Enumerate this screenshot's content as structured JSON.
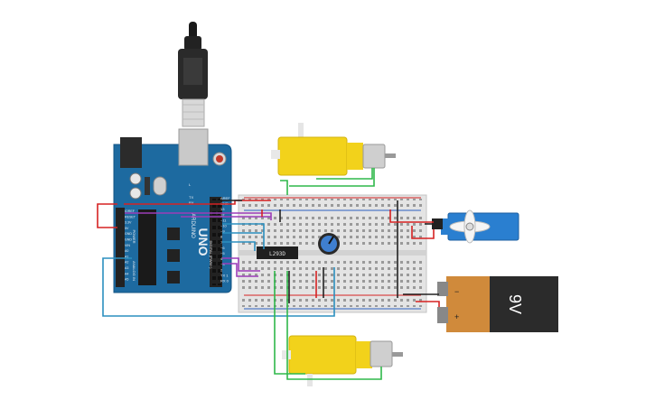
{
  "scene": {
    "arduino": {
      "logo": "UNO",
      "brand_text": "ARDUINO",
      "header_labels": [
        "AREF",
        "GND",
        "13",
        "12",
        "~11",
        "~10",
        "~9",
        "8",
        "7",
        "~6",
        "~5",
        "4",
        "~3",
        "2",
        "TX 1",
        "RX 0"
      ],
      "power_labels": [
        "IOREF",
        "RESET",
        "3.3V",
        "5V",
        "GND",
        "GND",
        "VIN"
      ],
      "analog_labels": [
        "A0",
        "A1",
        "A2",
        "A3",
        "A4",
        "A5"
      ],
      "side_text_power": "POWER",
      "side_text_analog": "ANALOG IN",
      "side_text_digital": "DIGITAL (PWM~)",
      "tx_label": "TX",
      "rx_label": "RX",
      "l_label": "L"
    },
    "driver_chip": {
      "label": "L293D"
    },
    "battery": {
      "label": "9V"
    },
    "components": {
      "usb_cable": "usb-cable",
      "breadboard": "breadboard",
      "potentiometer": "potentiometer",
      "servo": "servo-motor",
      "motor_top": "dc-gear-motor",
      "motor_bottom": "dc-gear-motor"
    },
    "colors": {
      "arduino_board": "#1d6aa0",
      "motor_yellow": "#f2d21b",
      "battery_black": "#2b2b2b",
      "battery_copper": "#d08a3b",
      "servo_blue": "#2a7fd0",
      "wire_red": "#d62222",
      "wire_black": "#222222",
      "wire_green": "#2fb84a",
      "wire_purple": "#9b3db8",
      "wire_blue": "#2b8fbf"
    }
  }
}
